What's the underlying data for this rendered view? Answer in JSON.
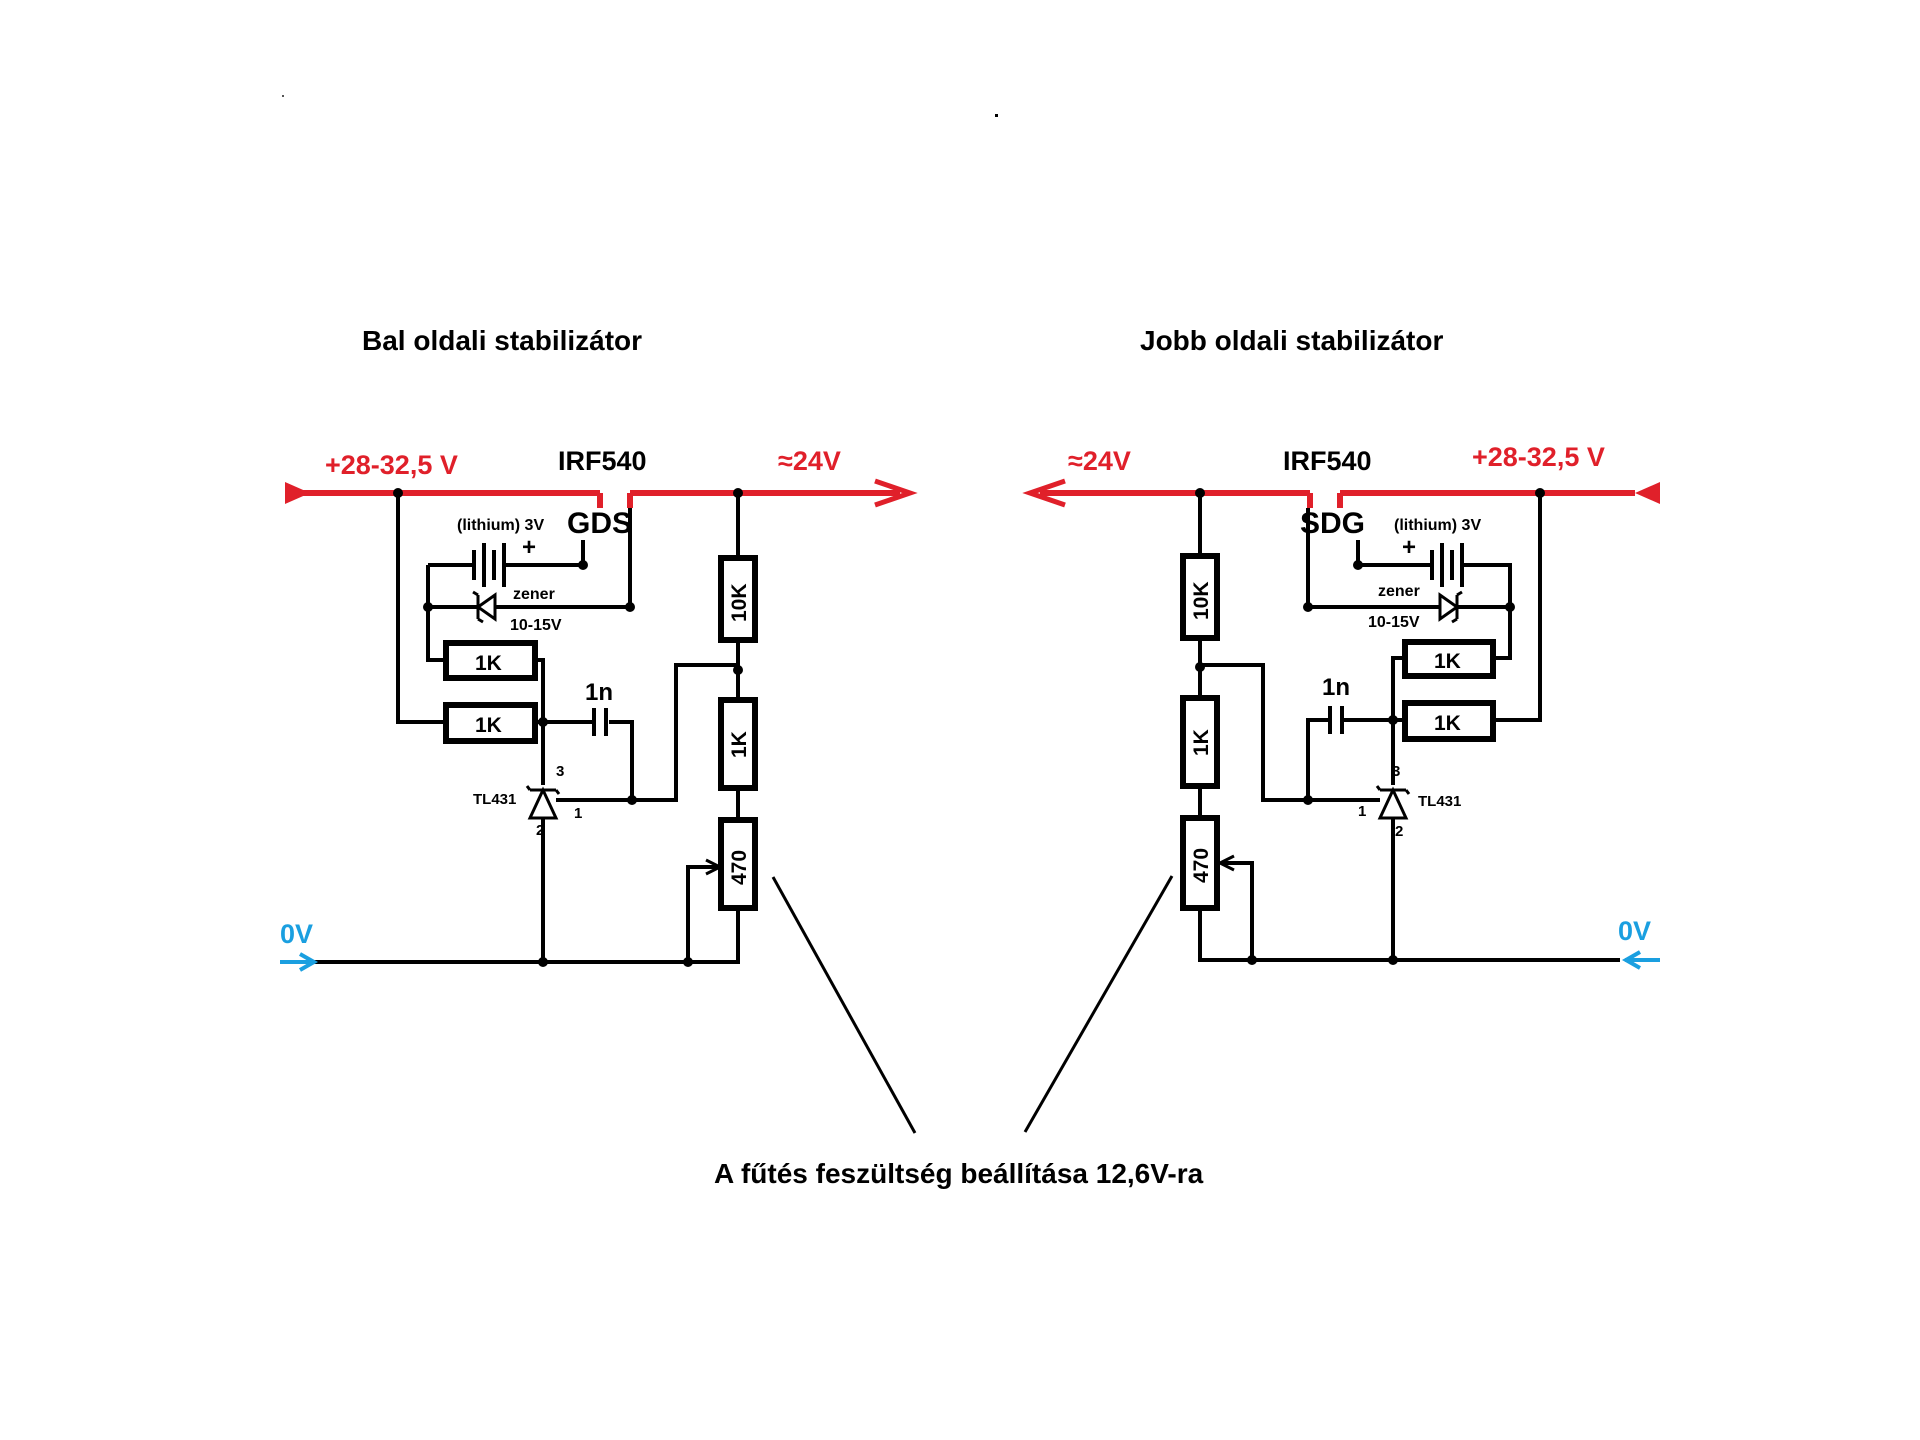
{
  "titles": {
    "left": "Bal oldali stabilizátor",
    "right": "Jobb oldali stabilizátor"
  },
  "left": {
    "supply_in": "+28-32,5 V",
    "mosfet": "IRF540",
    "pins": "GDS",
    "output": "≈24V",
    "battery": "(lithium) 3V",
    "battery_plus": "+",
    "zener": "zener",
    "zener_range": "10-15V",
    "r_top": "1K",
    "r_bottom": "1K",
    "cap": "1n",
    "ic": "TL431",
    "pin1": "1",
    "pin2": "2",
    "pin3": "3",
    "div_top": "10K",
    "div_mid": "1K",
    "pot": "470",
    "ground": "0V"
  },
  "right": {
    "supply_in": "+28-32,5 V",
    "mosfet": "IRF540",
    "pins": "SDG",
    "output": "≈24V",
    "battery": "(lithium) 3V",
    "battery_plus": "+",
    "zener": "zener",
    "zener_range": "10-15V",
    "r_top": "1K",
    "r_bottom": "1K",
    "cap": "1n",
    "ic": "TL431",
    "pin1": "1",
    "pin2": "2",
    "pin3": "3",
    "div_top": "10K",
    "div_mid": "1K",
    "pot": "470",
    "ground": "0V"
  },
  "note": "A fűtés feszültség beállítása 12,6V-ra",
  "colors": {
    "supply": "#e0202a",
    "ground": "#1a9fe0",
    "wire": "#000000"
  }
}
